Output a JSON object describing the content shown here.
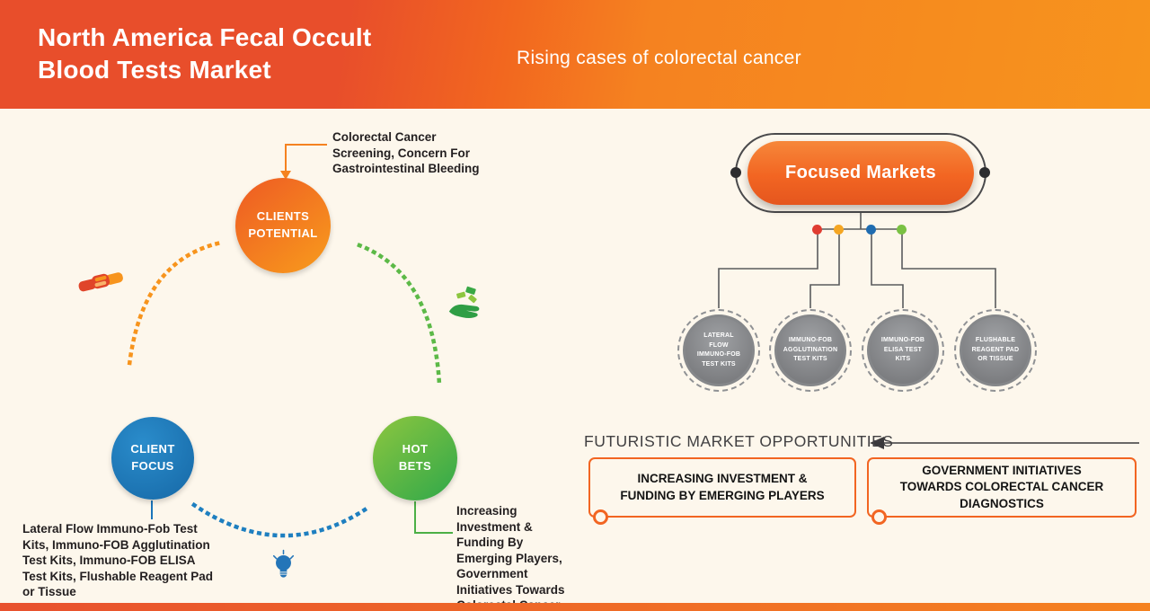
{
  "header": {
    "title_line1": "North America Fecal Occult",
    "title_line2": "Blood Tests Market",
    "subtitle": "Rising cases of colorectal cancer"
  },
  "cycle": {
    "clients_potential": {
      "line1": "CLIENTS",
      "line2": "POTENTIAL",
      "note": "Colorectal Cancer Screening, Concern For Gastrointestinal Bleeding"
    },
    "client_focus": {
      "line1": "CLIENT",
      "line2": "FOCUS",
      "note": "Lateral Flow Immuno-Fob Test Kits, Immuno-FOB Agglutination Test Kits, Immuno-FOB ELISA Test Kits, Flushable Reagent Pad or Tissue"
    },
    "hot_bets": {
      "line1": "HOT",
      "line2": "BETS",
      "note": "Increasing Investment & Funding By Emerging Players, Government Initiatives Towards Colorectal Cancer Diagnostics"
    },
    "icons": [
      "handshake-icon",
      "money-bills-hand-icon",
      "lightbulb-icon"
    ]
  },
  "focused_markets": {
    "title": "Focused Markets",
    "items": [
      {
        "label": "LATERAL FLOW IMMUNO-FOB TEST KITS",
        "dot_color": "#e03c31"
      },
      {
        "label": "IMMUNO-FOB AGGLUTINATION TEST KITS",
        "dot_color": "#f5a623"
      },
      {
        "label": "IMMUNO-FOB ELISA TEST KITS",
        "dot_color": "#1f6cb0"
      },
      {
        "label": "FLUSHABLE REAGENT PAD OR TISSUE",
        "dot_color": "#7ac143"
      }
    ]
  },
  "opportunities": {
    "title": "FUTURISTIC MARKET OPPORTUNITIES",
    "items": [
      {
        "label": "INCREASING INVESTMENT & FUNDING BY EMERGING PLAYERS"
      },
      {
        "label": "GOVERNMENT INITIATIVES TOWARDS COLORECTAL CANCER DIAGNOSTICS"
      }
    ]
  },
  "colors": {
    "accent_orange": "#f26522",
    "accent_blue": "#1b75bb",
    "accent_green": "#50b848",
    "gray_node": "#808285",
    "background": "#fdf7ec"
  }
}
